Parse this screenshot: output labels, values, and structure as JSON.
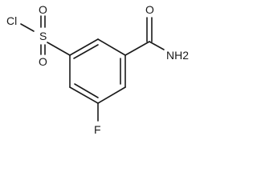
{
  "molecule": {
    "atoms": {
      "chlorine": "Cl",
      "sulfur": "S",
      "sulfonyl_oxygen_top": "O",
      "sulfonyl_oxygen_bottom": "O",
      "carbonyl_oxygen": "O",
      "amide_nitrogen": "NH2",
      "fluorine": "F"
    }
  }
}
